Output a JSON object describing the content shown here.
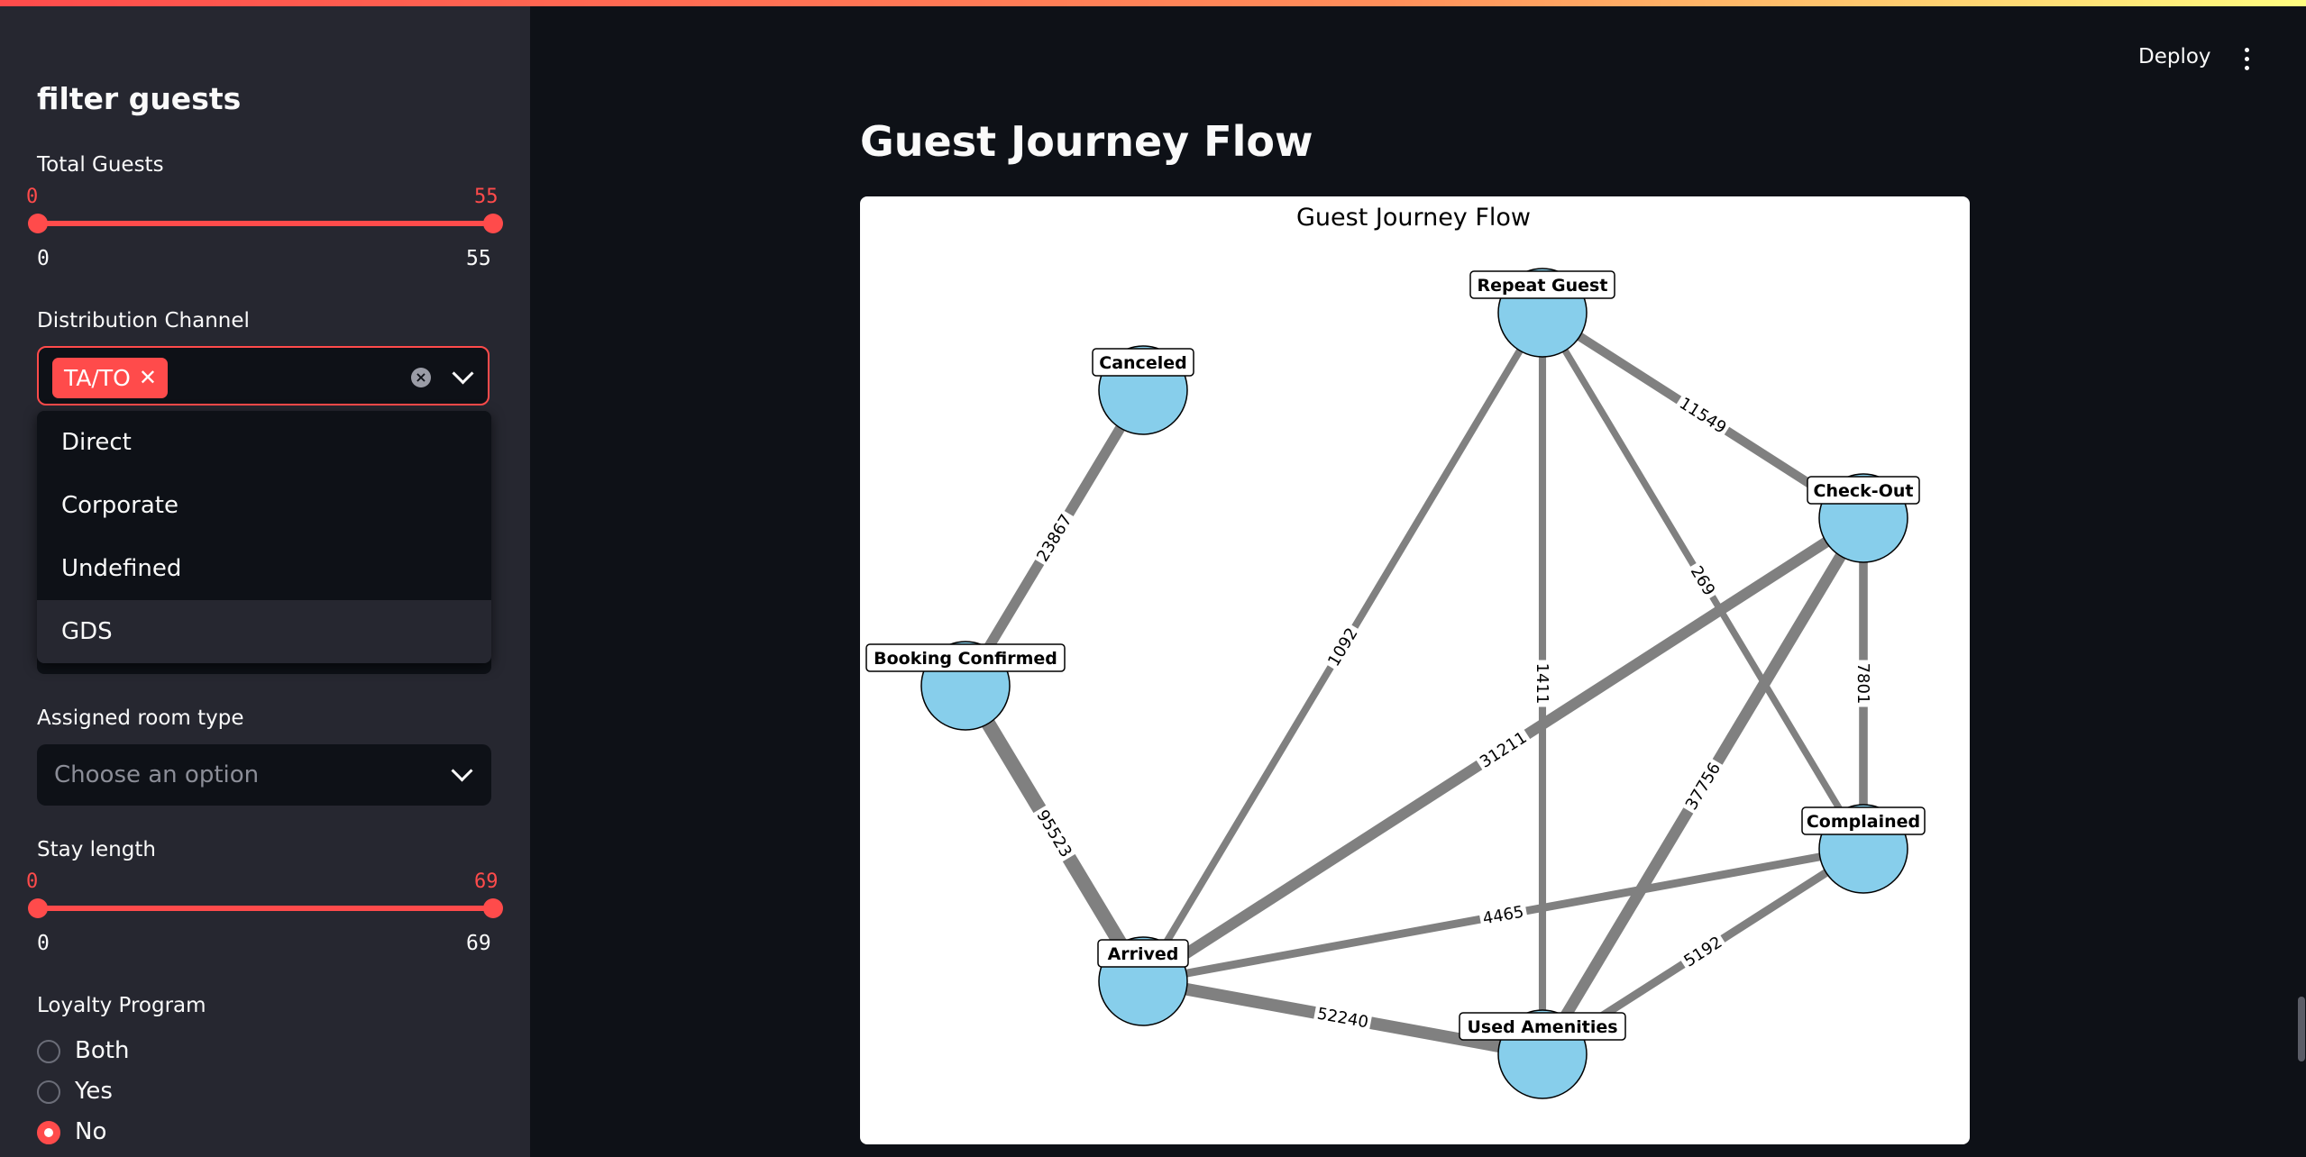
{
  "sidebar": {
    "title": "filter guests",
    "total_guests": {
      "label": "Total Guests",
      "low": "0",
      "high": "55",
      "min": "0",
      "max": "55"
    },
    "distribution_channel": {
      "label": "Distribution Channel",
      "selected_chip": "TA/TO",
      "options": [
        "Direct",
        "Corporate",
        "Undefined",
        "GDS"
      ]
    },
    "assigned_room_type": {
      "label": "Assigned room type",
      "placeholder": "Choose an option"
    },
    "stay_length": {
      "label": "Stay length",
      "low": "0",
      "high": "69",
      "min": "0",
      "max": "69"
    },
    "loyalty_program": {
      "label": "Loyalty Program",
      "options": [
        "Both",
        "Yes",
        "No"
      ],
      "selected": "No"
    }
  },
  "header": {
    "deploy_label": "Deploy"
  },
  "main": {
    "title": "Guest Journey Flow"
  },
  "colors": {
    "accent": "#ff4b4b",
    "node_fill": "#87ceeb",
    "edge": "#808080"
  },
  "chart_data": {
    "type": "network",
    "title": "Guest Journey Flow",
    "nodes": [
      "Canceled",
      "Repeat Guest",
      "Check-Out",
      "Booking Confirmed",
      "Complained",
      "Arrived",
      "Used Amenities"
    ],
    "edges": [
      {
        "source": "Booking Confirmed",
        "target": "Canceled",
        "weight": 23867
      },
      {
        "source": "Booking Confirmed",
        "target": "Arrived",
        "weight": 95523
      },
      {
        "source": "Arrived",
        "target": "Repeat Guest",
        "weight": 1092
      },
      {
        "source": "Arrived",
        "target": "Check-Out",
        "weight": 31211
      },
      {
        "source": "Arrived",
        "target": "Complained",
        "weight": 4465
      },
      {
        "source": "Arrived",
        "target": "Used Amenities",
        "weight": 52240
      },
      {
        "source": "Repeat Guest",
        "target": "Used Amenities",
        "weight": 1411
      },
      {
        "source": "Repeat Guest",
        "target": "Complained",
        "weight": 269
      },
      {
        "source": "Repeat Guest",
        "target": "Check-Out",
        "weight": 11549
      },
      {
        "source": "Check-Out",
        "target": "Complained",
        "weight": 7801
      },
      {
        "source": "Check-Out",
        "target": "Used Amenities",
        "weight": 37756
      },
      {
        "source": "Used Amenities",
        "target": "Complained",
        "weight": 5192
      }
    ]
  }
}
